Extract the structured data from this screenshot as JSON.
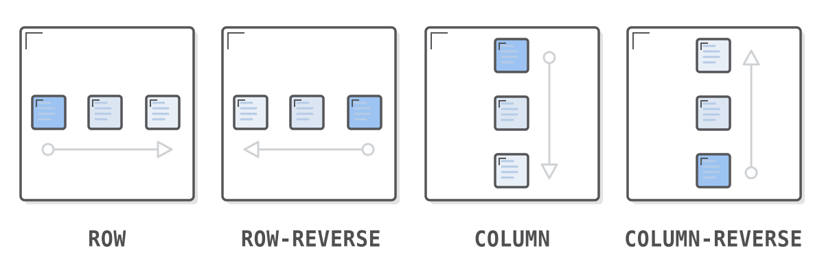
{
  "colors": {
    "frame": "#555558",
    "shadow": "#e3e3e3",
    "arrow": "#cfd2d5",
    "item_active": "#9cc3f2",
    "item_light": "#dce6f3",
    "item_lighter": "#e9eff7",
    "item_lines": "#b6cbe6",
    "label": "#505052"
  },
  "panels": [
    {
      "name": "row",
      "label": "ROW",
      "direction": "row",
      "reverse": false,
      "active_item": 0
    },
    {
      "name": "row-reverse",
      "label": "ROW-REVERSE",
      "direction": "row",
      "reverse": true,
      "active_item": 2
    },
    {
      "name": "column",
      "label": "COLUMN",
      "direction": "column",
      "reverse": false,
      "active_item": 0
    },
    {
      "name": "column-reverse",
      "label": "COLUMN-REVERSE",
      "direction": "column",
      "reverse": true,
      "active_item": 2
    }
  ]
}
